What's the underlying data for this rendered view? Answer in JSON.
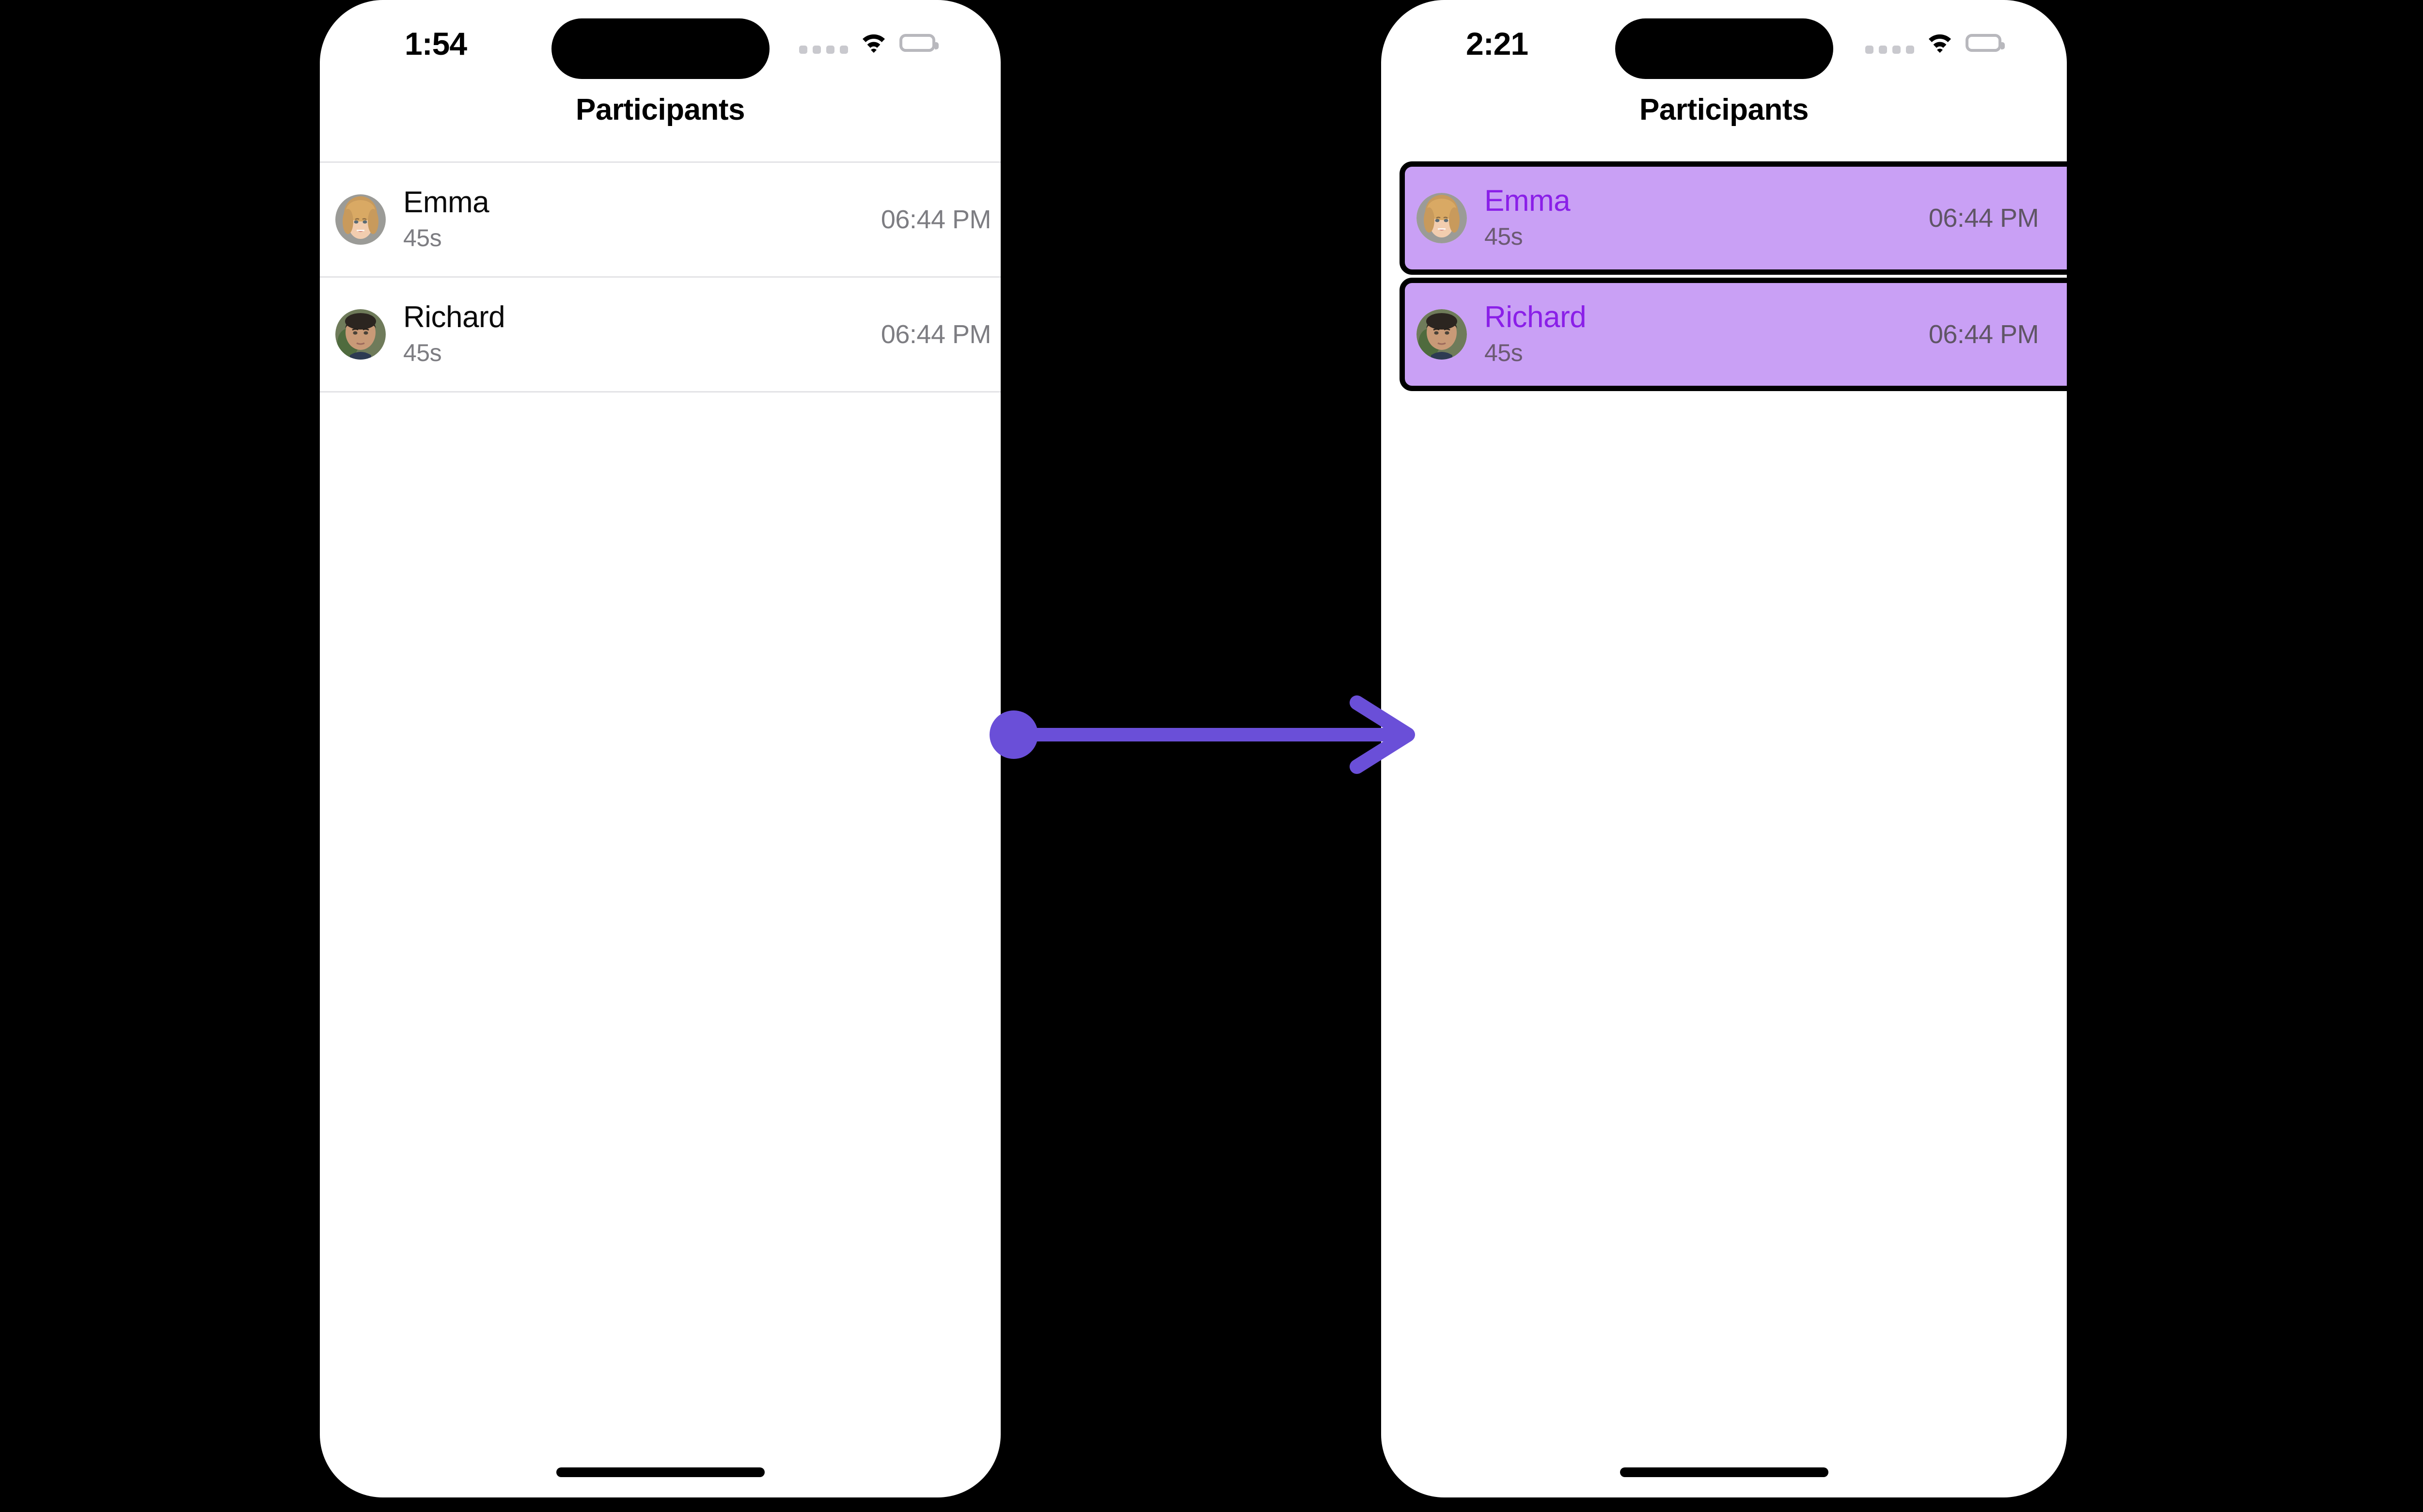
{
  "annotation": {
    "arrow_color": "#6a4fd8",
    "type": "transition-arrow",
    "direction": "left-to-right"
  },
  "screens": [
    {
      "id": "before",
      "status_bar": {
        "time": "1:54",
        "icons": [
          "signal-dots-icon",
          "wifi-icon",
          "battery-icon"
        ]
      },
      "nav": {
        "title": "Participants"
      },
      "list": {
        "selected": false,
        "rows": [
          {
            "name": "Emma",
            "duration": "45s",
            "time": "06:44 PM",
            "avatar": "avatar-emma"
          },
          {
            "name": "Richard",
            "duration": "45s",
            "time": "06:44 PM",
            "avatar": "avatar-richard"
          }
        ]
      }
    },
    {
      "id": "after",
      "status_bar": {
        "time": "2:21",
        "icons": [
          "signal-dots-icon",
          "wifi-icon",
          "battery-icon"
        ]
      },
      "nav": {
        "title": "Participants"
      },
      "list": {
        "selected": true,
        "highlight_fill": "#c9a0f5",
        "highlight_border": "#000000",
        "highlight_name_color": "#8a1fe8",
        "rows": [
          {
            "name": "Emma",
            "duration": "45s",
            "time": "06:44 PM",
            "avatar": "avatar-emma"
          },
          {
            "name": "Richard",
            "duration": "45s",
            "time": "06:44 PM",
            "avatar": "avatar-richard"
          }
        ]
      }
    }
  ]
}
